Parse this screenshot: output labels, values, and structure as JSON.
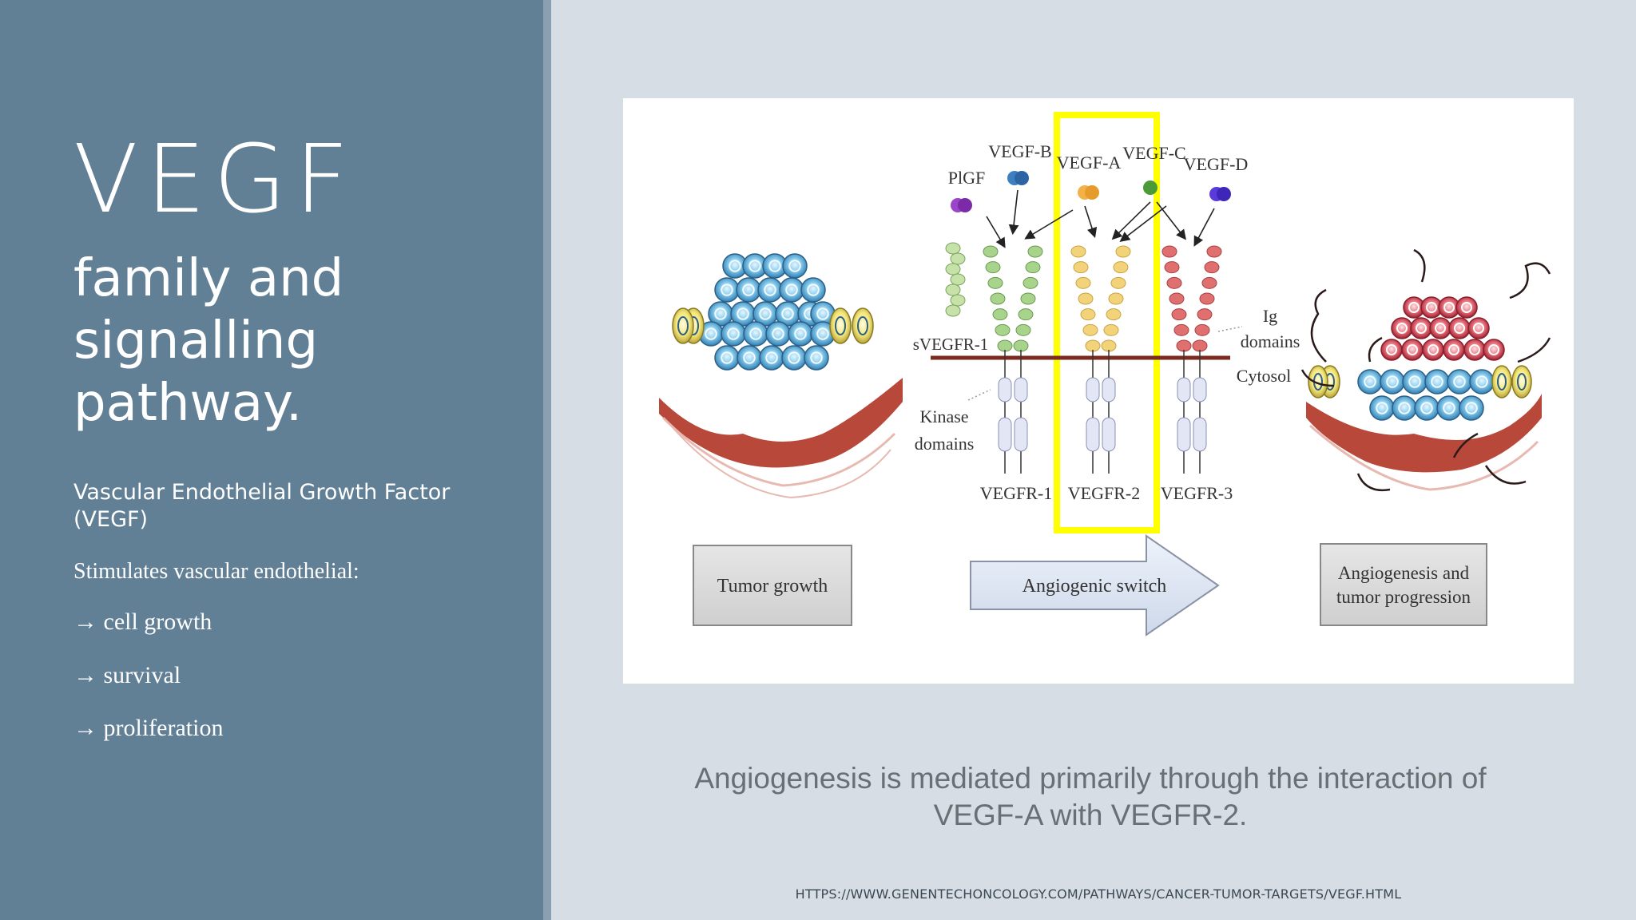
{
  "slide": {
    "title": "VEGF",
    "subtitle": "family and signalling pathway.",
    "lead": "Vascular Endothelial Growth Factor (VEGF)",
    "stimulates": "Stimulates vascular endothelial:",
    "bullets": [
      "→ cell growth",
      "→ survival",
      "→ proliferation"
    ],
    "caption": "Angiogenesis is mediated primarily through the interaction of VEGF-A with VEGFR-2.",
    "source_url": "HTTPS://WWW.GENENTECHONCOLOGY.COM/PATHWAYS/CANCER-TUMOR-TARGETS/VEGF.HTML"
  },
  "figure": {
    "ligands": {
      "pigf": "PlGF",
      "vegf_b": "VEGF-B",
      "vegf_a": "VEGF-A",
      "vegf_c": "VEGF-C",
      "vegf_d": "VEGF-D"
    },
    "receptors": {
      "svegfr1": "sVEGFR-1",
      "vegfr1": "VEGFR-1",
      "vegfr2": "VEGFR-2",
      "vegfr3": "VEGFR-3"
    },
    "annotations": {
      "ig_line1": "Ig",
      "ig_line2": "domains",
      "cytosol": "Cytosol",
      "kinase_line1": "Kinase",
      "kinase_line2": "domains"
    },
    "boxes": {
      "tumor_growth": "Tumor growth",
      "angiogenic_switch": "Angiogenic switch",
      "angio_line1": "Angiogenesis and",
      "angio_line2": "tumor progression"
    },
    "colors": {
      "highlight": "#ffff00",
      "membrane": "#7a2a1e",
      "receptor_green": "#a8d38a",
      "receptor_yellow": "#f3d37a",
      "receptor_red": "#e07070",
      "tumor_blue": "#5fb3dc",
      "tumor_yellow": "#f0e68c",
      "tumor_red": "#d94a5a"
    }
  }
}
